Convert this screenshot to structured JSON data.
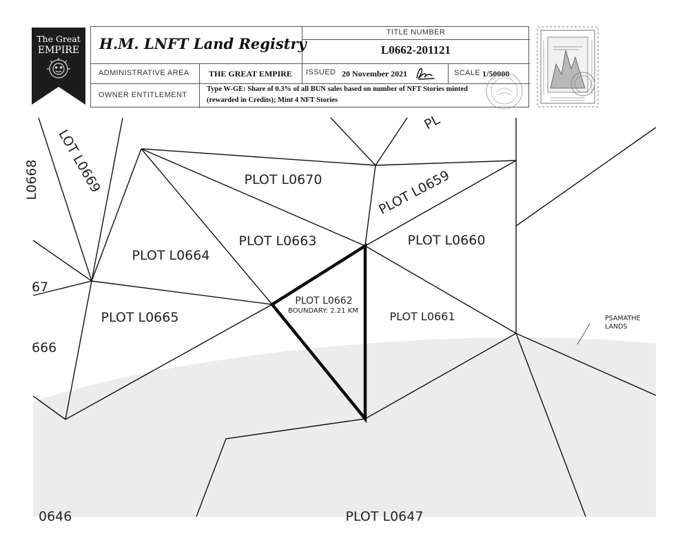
{
  "banner": {
    "line1": "The Great",
    "line2": "EMPIRE"
  },
  "registry": {
    "title": "H.M. LNFT Land Registry",
    "title_number_label": "TITLE NUMBER",
    "title_number": "L0662-201121",
    "admin_area_label": "ADMINISTRATIVE AREA",
    "admin_area": "THE GREAT EMPIRE",
    "issued_label": "ISSUED",
    "issued": "20 November 2021",
    "scale_label": "SCALE",
    "scale": "1/50000",
    "owner_label": "OWNER ENTITLEMENT",
    "owner_line1": "Type W-GE: Share of 0.3% of all BUN sales based on number of NFT Stories minted",
    "owner_line2": "(rewarded in Credits); Mint 4 NFT Stories"
  },
  "map": {
    "highlight": {
      "name": "PLOT L0662",
      "boundary": "BOUNDARY: 2.21 KM"
    },
    "plots": {
      "l0670": "PLOT L0670",
      "l0659": "PLOT L0659",
      "l0663": "PLOT L0663",
      "l0660": "PLOT L0660",
      "l0664": "PLOT L0664",
      "l0665": "PLOT L0665",
      "l0661": "PLOT L0661",
      "l0647": "PLOT L0647",
      "lot0669": "LOT L0669",
      "cut_left_top": "L0668",
      "cut_top": "PL",
      "cut_67": "67",
      "cut_666": "666",
      "cut_0646": "0646"
    },
    "region": {
      "line1": "PSAMATHE",
      "line2": "LANDS"
    },
    "colors": {
      "line": "#111111",
      "sea": "#ececec",
      "highlight": "#0a0a0a"
    }
  }
}
